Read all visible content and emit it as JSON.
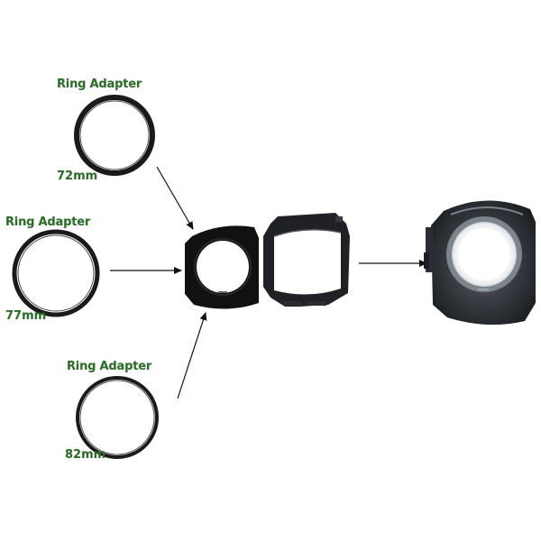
{
  "colors": {
    "label": "#2f6e2a",
    "ring": "#1a1a1a",
    "arrow": "#111111"
  },
  "adapters": [
    {
      "label": "Ring Adapter",
      "size": "72mm"
    },
    {
      "label": "Ring Adapter",
      "size": "77mm"
    },
    {
      "label": "Ring Adapter",
      "size": "82mm"
    }
  ],
  "components": {
    "adapter_plate": "adapter-plate",
    "filter_holder": "filter-holder",
    "assembled_holder": "assembled-holder"
  }
}
